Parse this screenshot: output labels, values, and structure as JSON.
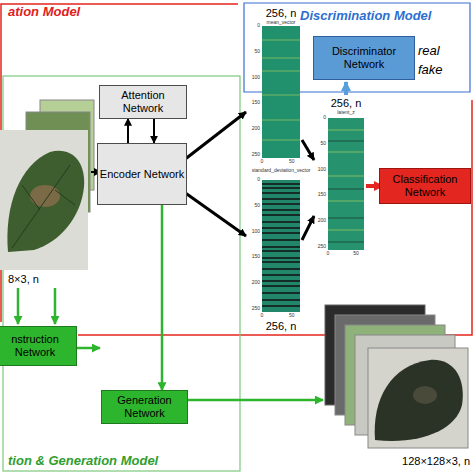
{
  "diagram": {
    "nodes": [
      {
        "text": [
          "Attention Network"
        ]
      },
      {
        "text": [
          "Encoder Network"
        ]
      },
      {
        "text": [
          "Discriminator Network"
        ]
      },
      {
        "text": [
          "Classification Network"
        ]
      },
      {
        "text": [
          "nstruction Network"
        ]
      },
      {
        "text": [
          "Generation Network"
        ]
      }
    ],
    "edges": [
      {
        "from": 1,
        "to": 0,
        "arrow": "to"
      },
      {
        "from": 0,
        "to": 1,
        "arrow": "to"
      },
      {
        "from": 1,
        "to": 5,
        "arrow": "to"
      }
    ],
    "labels": [
      "ation Model",
      "Discrimination Model",
      "256, n",
      "mean_vector",
      "0",
      "50",
      "100",
      "150",
      "200",
      "250",
      "0",
      "50",
      "real",
      "fake",
      "256, n",
      "latent_z",
      "0",
      "50",
      "100",
      "150",
      "200",
      "250",
      "0",
      "50",
      "standard_deviation_vector",
      "0",
      "50",
      "100",
      "150",
      "200",
      "250",
      "0",
      "50",
      "256, n",
      "8×3, n",
      "128×128×3, n",
      "tion & Generation Model"
    ]
  }
}
